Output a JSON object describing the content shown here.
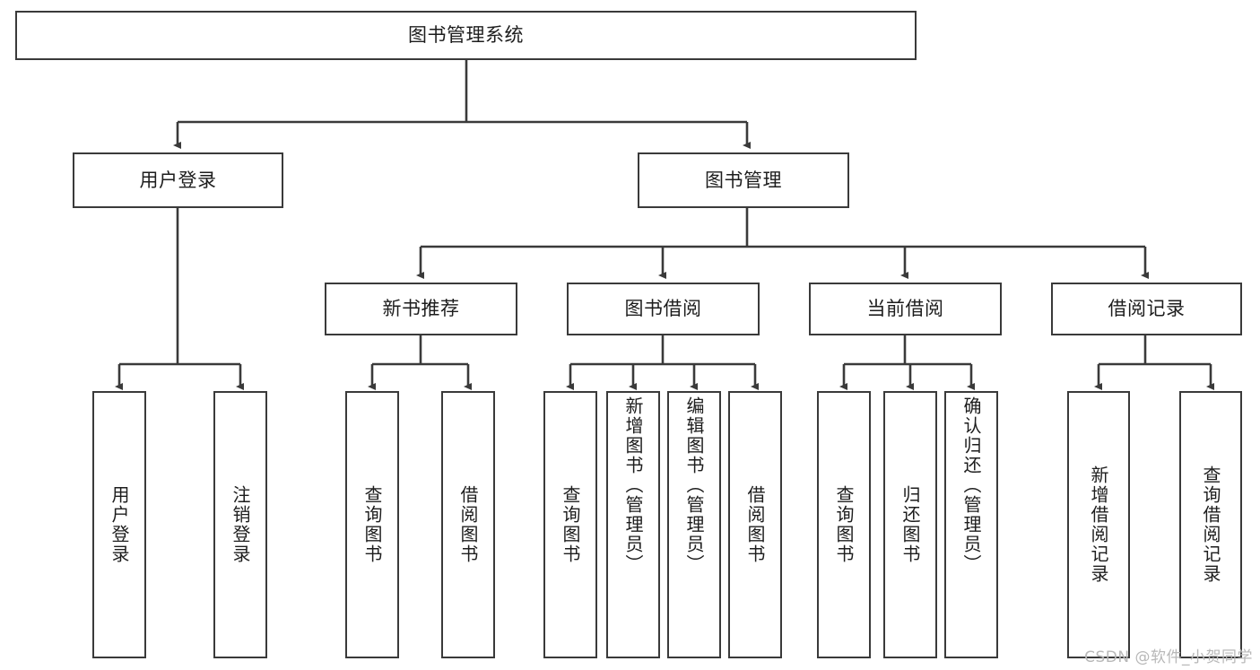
{
  "diagram": {
    "title": "图书管理系统",
    "type": "tree",
    "root": {
      "label": "图书管理系统"
    },
    "level2": [
      {
        "label": "用户登录"
      },
      {
        "label": "图书管理"
      }
    ],
    "level3": [
      {
        "label": "新书推荐"
      },
      {
        "label": "图书借阅"
      },
      {
        "label": "当前借阅"
      },
      {
        "label": "借阅记录"
      }
    ],
    "leaves": {
      "user_login": [
        {
          "label": "用户登录"
        },
        {
          "label": "注销登录"
        }
      ],
      "new_book_recommend": [
        {
          "label": "查询图书"
        },
        {
          "label": "借阅图书"
        }
      ],
      "book_borrow": [
        {
          "label": "查询图书"
        },
        {
          "label": "新增图书（管理员）"
        },
        {
          "label": "编辑图书（管理员）"
        },
        {
          "label": "借阅图书"
        }
      ],
      "current_borrow": [
        {
          "label": "查询图书"
        },
        {
          "label": "归还图书"
        },
        {
          "label": "确认归还（管理员）"
        }
      ],
      "borrow_record": [
        {
          "label": "新增借阅记录"
        },
        {
          "label": "查询借阅记录"
        }
      ]
    }
  },
  "watermark": {
    "text": "CSDN @软件_小贺同学"
  },
  "colors": {
    "box_border": "#3a3a3a",
    "edge": "#3a3a3a",
    "text": "#1d1d1d",
    "background": "#ffffff",
    "watermark": "#b8b8b8"
  }
}
